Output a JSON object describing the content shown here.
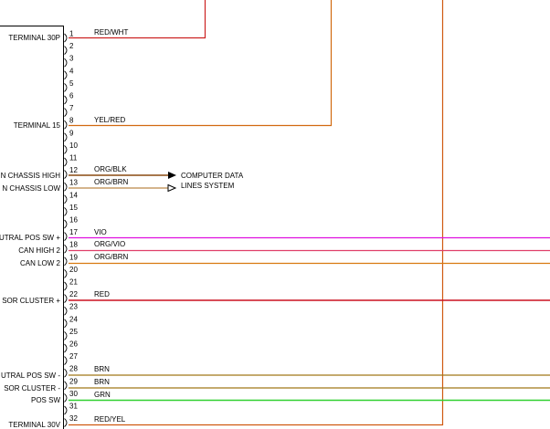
{
  "wires": {
    "1": {
      "label": "RED/WHT",
      "color": "#cc2222"
    },
    "8": {
      "label": "YEL/RED",
      "color": "#d26a10"
    },
    "12": {
      "label": "ORG/BLK",
      "color": "#8a4a10"
    },
    "13": {
      "label": "ORG/BRN",
      "color": "#a86a18"
    },
    "17": {
      "label": "VIO",
      "color": "#e010e0"
    },
    "18": {
      "label": "ORG/VIO",
      "color": "#e0406a"
    },
    "19": {
      "label": "ORG/BRN",
      "color": "#d87a10"
    },
    "22": {
      "label": "RED",
      "color": "#cc1020"
    },
    "28": {
      "label": "BRN",
      "color": "#a07818"
    },
    "29": {
      "label": "BRN",
      "color": "#a07818"
    },
    "30": {
      "label": "GRN",
      "color": "#30d030"
    },
    "32": {
      "label": "RED/YEL",
      "color": "#d05a10"
    }
  },
  "pins": [
    "1",
    "2",
    "3",
    "4",
    "5",
    "6",
    "7",
    "8",
    "9",
    "10",
    "11",
    "12",
    "13",
    "14",
    "15",
    "16",
    "17",
    "18",
    "19",
    "20",
    "21",
    "22",
    "23",
    "24",
    "25",
    "26",
    "27",
    "28",
    "29",
    "30",
    "31",
    "32"
  ],
  "terminals": {
    "1": "TERMINAL 30P",
    "8": "TERMINAL 15",
    "12": "N CHASSIS HIGH",
    "13": "N CHASSIS LOW",
    "17": "UTRAL POS SW +",
    "18": "CAN HIGH 2",
    "19": "CAN LOW 2",
    "22": "SOR CLUSTER +",
    "28": "UTRAL POS SW -",
    "29": "SOR CLUSTER -",
    "30": "POS SW",
    "32": "TERMINAL 30V"
  },
  "destination": {
    "line1": "COMPUTER DATA",
    "line2": "LINES SYSTEM"
  }
}
